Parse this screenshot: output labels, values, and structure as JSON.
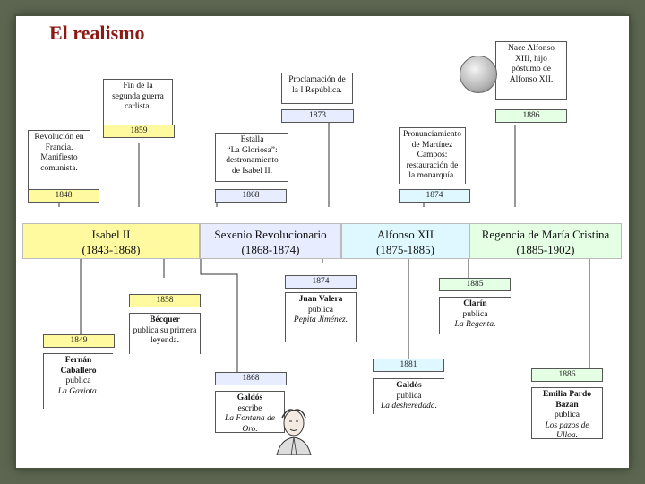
{
  "title": "El realismo",
  "periods": [
    {
      "name": "Isabel II",
      "years": "(1843-1868)",
      "color": "#fffaa0"
    },
    {
      "name": "Sexenio Revolucionario",
      "years": "(1868-1874)",
      "color": "#e7ecff"
    },
    {
      "name": "Alfonso XII",
      "years": "(1875-1885)",
      "color": "#dff8ff"
    },
    {
      "name": "Regencia de María Cristina",
      "years": "(1885-1902)",
      "color": "#e4ffe4"
    }
  ],
  "events_above": [
    {
      "year": "1848",
      "lines": [
        "Revolución en",
        "Francia.",
        "Manifiesto",
        "comunista."
      ]
    },
    {
      "year": "1859",
      "lines": [
        "Fin de la",
        "segunda guerra",
        "carlista."
      ]
    },
    {
      "year": "1868",
      "lines": [
        "Estalla",
        "“La Gloriosa”:",
        "destronamiento",
        "de Isabel II."
      ]
    },
    {
      "year": "1873",
      "lines": [
        "Proclamación de",
        "la I República."
      ]
    },
    {
      "year": "1874",
      "lines": [
        "Pronunciamiento",
        "de Martínez",
        "Campos:",
        "restauración de",
        "la monarquía."
      ]
    },
    {
      "year": "1886",
      "lines": [
        "Nace Alfonso",
        "XIII, hijo",
        "póstumo de",
        "Alfonso XII."
      ]
    }
  ],
  "events_below": [
    {
      "year": "1849",
      "author": "Fernán Caballero",
      "verb": "publica",
      "work": "La Gaviota."
    },
    {
      "year": "1858",
      "author": "Bécquer",
      "verb": "publica su primera leyenda.",
      "work": ""
    },
    {
      "year": "1868",
      "author": "Galdós",
      "verb": "escribe",
      "work": "La Fontana de Oro."
    },
    {
      "year": "1874",
      "author": "Juan Valera",
      "verb": "publica",
      "work": "Pepita Jiménez."
    },
    {
      "year": "1881",
      "author": "Galdós",
      "verb": "publica",
      "work": "La desheredada."
    },
    {
      "year": "1885",
      "author": "Clarín",
      "verb": "publica",
      "work": "La Regenta."
    },
    {
      "year": "1886",
      "author": "Emilia Pardo Bazán",
      "verb": "publica",
      "work": "Los pazos de Ulloa."
    }
  ]
}
